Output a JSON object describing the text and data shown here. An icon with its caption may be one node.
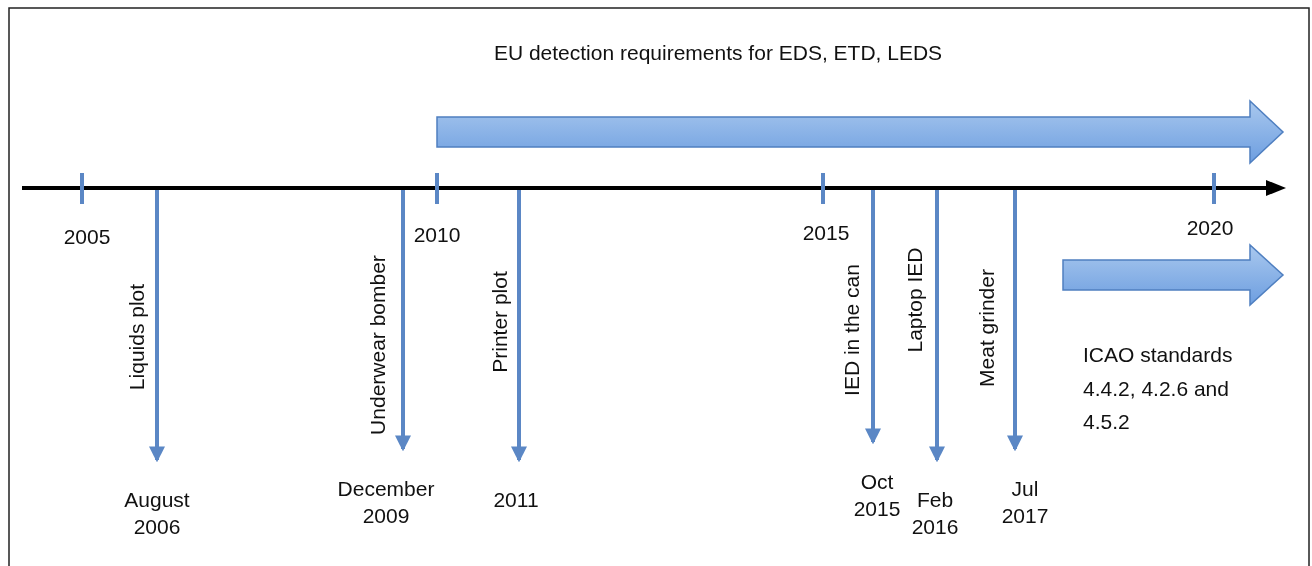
{
  "diagram": {
    "nodes": [
      {
        "text": [
          "August 2006"
        ]
      },
      {
        "text": [
          "December 2009"
        ]
      },
      {
        "text": [
          "2011"
        ]
      },
      {
        "text": [
          "Oct 2015"
        ]
      },
      {
        "text": [
          "Feb 2016"
        ]
      },
      {
        "text": [
          "Jul 2017"
        ]
      }
    ],
    "edges": [
      {
        "from": null,
        "to": 0,
        "arrow": "to",
        "label": "Liquids plot"
      },
      {
        "from": null,
        "to": 1,
        "arrow": "to",
        "label": "Underwear bomber"
      },
      {
        "from": null,
        "to": 2,
        "arrow": "to",
        "label": "Printer plot"
      },
      {
        "from": null,
        "to": 3,
        "arrow": "to",
        "label": "IED in the can"
      },
      {
        "from": null,
        "to": 4,
        "arrow": "to",
        "label": "Laptop IED"
      },
      {
        "from": null,
        "to": 5,
        "arrow": "to",
        "label": "Meat grinder"
      }
    ],
    "labels": [
      "EU detection requirements for EDS, ETD, LEDS",
      "2005",
      "2010",
      "2015",
      "2020",
      "ICAO standards 4.4.2, 4.2.6 and 4.5.2"
    ]
  }
}
